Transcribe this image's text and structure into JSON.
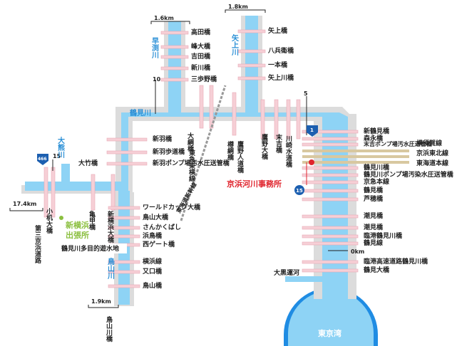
{
  "rivers": {
    "tsurumi": "鶴見川",
    "hayabuchi": "早渕川",
    "yagami": "矢上川",
    "okuri": "大熊川",
    "toriyama": "鳥山川",
    "oguro_canal": "大黒運河",
    "bay": "東京湾"
  },
  "office": {
    "name": "京浜河川事務所",
    "sub_office_line1": "新横浜",
    "sub_office_line2": "出張所",
    "retarding_basin": "鶴見川多目的遊水地"
  },
  "distances": {
    "hayabuchi_top": "1.6km",
    "yagami_top": "1.8km",
    "left_end": "17.4km",
    "toriyama_bottom": "1.9km",
    "zero": "0km"
  },
  "route_markers": {
    "r466": "466",
    "r1": "1",
    "r15": "15"
  },
  "km_posts": {
    "k5": "5",
    "k10": "10",
    "k15": "15"
  },
  "railways": {
    "shinkansen": "東海道新幹線"
  },
  "hayabuchi_bridges": [
    "高田橋",
    "峰大橋",
    "吉田橋",
    "新川橋",
    "三歩野橋"
  ],
  "yagami_bridges": [
    "矢上橋",
    "八兵衛橋",
    "一本橋",
    "矢上川橋"
  ],
  "middle_vertical_labels": [
    "大綱橋",
    "東急東横線",
    "樽綱橋",
    "鷹野人道橋",
    "鷹野大橋",
    "末吉橋",
    "川崎水道橋"
  ],
  "west_labels": [
    "新羽橋",
    "新羽歩道橋",
    "新羽ポンプ場汚水圧送管橋"
  ],
  "left_vertical_labels": [
    "第三京浜道路",
    "小机大橋",
    "亀甲橋",
    "新横浜大橋",
    "大竹橋"
  ],
  "toriyama_bridges": [
    "ワールドカップ大橋",
    "鳥山大橋",
    "さんかくばし",
    "浜鳥橋",
    "西ゲート橋",
    "横浜線",
    "又口橋",
    "鳥山橋"
  ],
  "toriyama_bottom_label": "鳥山川橋",
  "lower_river_bridges": [
    "新鶴見橋",
    "森永橋",
    "末吉ポンプ場汚水圧送管橋",
    "鶴見川橋",
    "鶴見川ポンプ場汚染水圧送管橋",
    "京急本線",
    "鶴見橋",
    "芦穂橋",
    "潮見橋",
    "潮見橋",
    "臨港鶴見川橋",
    "鶴見線",
    "臨港高速道路鶴見川橋",
    "鶴見大橋"
  ],
  "right_rail_labels": [
    "横須賀線",
    "京浜東北線",
    "東海道本線"
  ],
  "colors": {
    "river": "#8ed3f5",
    "river_outline": "#2a8fd6",
    "channel": "#dcdcdc",
    "bridge": "#f6cfd6",
    "office": "#e0242d",
    "sub_office": "#8bbf3f",
    "bay": "#1f8ce3"
  }
}
